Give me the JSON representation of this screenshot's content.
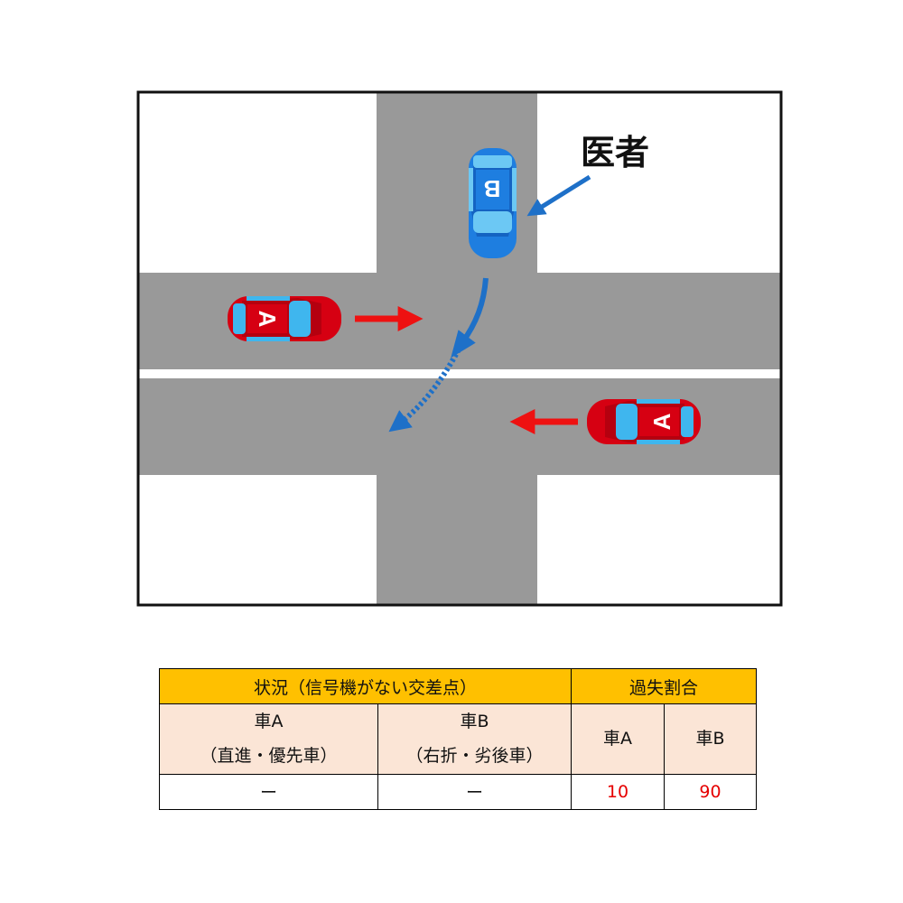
{
  "diagram": {
    "label_doctor": "医者",
    "car_a_label": "A",
    "car_b_label": "B"
  },
  "table": {
    "header_situation": "状況（信号機がない交差点）",
    "header_ratio": "過失割合",
    "car_a_title": "車A",
    "car_a_desc": "（直進・優先車）",
    "car_b_title": "車B",
    "car_b_desc": "（右折・劣後車）",
    "ratio_a_label": "車A",
    "ratio_b_label": "車B",
    "situation_a_value": "ー",
    "situation_b_value": "ー",
    "ratio_a_value": "10",
    "ratio_b_value": "90"
  },
  "colors": {
    "car_a": "#d60012",
    "car_b": "#1e7ee0",
    "road": "#999999",
    "header": "#ffc000",
    "subheader": "#fbe5d6",
    "ratio_text": "#e60000"
  }
}
